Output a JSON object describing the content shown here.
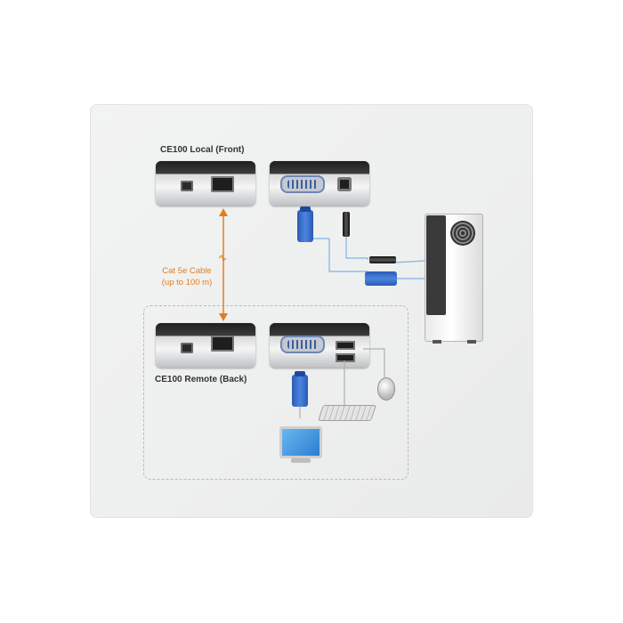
{
  "labels": {
    "local_unit": "CE100 Local (Front)",
    "remote_unit": "CE100 Remote (Back)",
    "cable": "Cat 5e Cable\n(up to 100 m)"
  },
  "colors": {
    "panel_bg": "#efefef",
    "cable_orange": "#e07e22",
    "wire_blue": "#7eb5e3",
    "wire_grey": "#b0b0b0",
    "vga_blue": "#2a5bb5"
  },
  "devices": {
    "local_front": "ethernet-extender-front-icon",
    "local_back": "ethernet-extender-back-icon",
    "remote_front": "ethernet-extender-front-icon",
    "remote_back": "ethernet-extender-back-icon",
    "computer": "desktop-tower-icon",
    "monitor": "monitor-icon",
    "keyboard": "keyboard-icon",
    "mouse": "mouse-icon"
  }
}
